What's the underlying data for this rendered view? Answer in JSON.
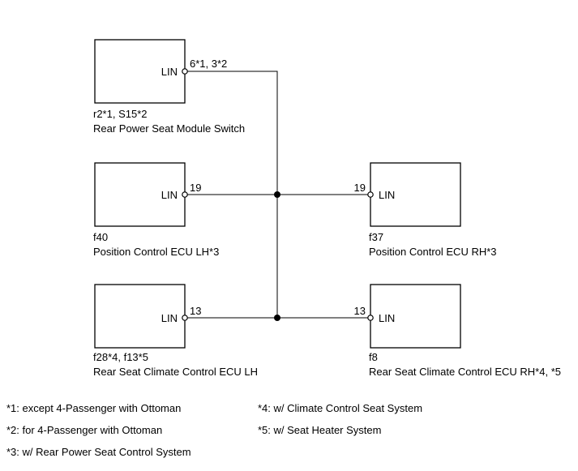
{
  "components": {
    "rear_switch": {
      "pin_label": "LIN",
      "pin_number": "6*1, 3*2",
      "code": "r2*1, S15*2",
      "name": "Rear Power Seat Module Switch"
    },
    "pos_ecu_lh": {
      "pin_label": "LIN",
      "pin_number": "19",
      "code": "f40",
      "name": "Position Control ECU LH*3"
    },
    "pos_ecu_rh": {
      "pin_label": "LIN",
      "pin_number": "19",
      "code": "f37",
      "name": "Position Control ECU RH*3"
    },
    "climate_ecu_lh": {
      "pin_label": "LIN",
      "pin_number": "13",
      "code": "f28*4, f13*5",
      "name": "Rear Seat Climate Control ECU LH"
    },
    "climate_ecu_rh": {
      "pin_label": "LIN",
      "pin_number": "13",
      "code": "f8",
      "name": "Rear Seat Climate Control ECU RH*4, *5"
    }
  },
  "notes": [
    "*1: except 4-Passenger with Ottoman",
    "*2: for 4-Passenger with Ottoman",
    "*3: w/ Rear Power Seat Control System",
    "*4: w/ Climate Control Seat System",
    "*5: w/ Seat Heater System"
  ],
  "colors": {
    "line": "#000000",
    "background": "#ffffff"
  }
}
